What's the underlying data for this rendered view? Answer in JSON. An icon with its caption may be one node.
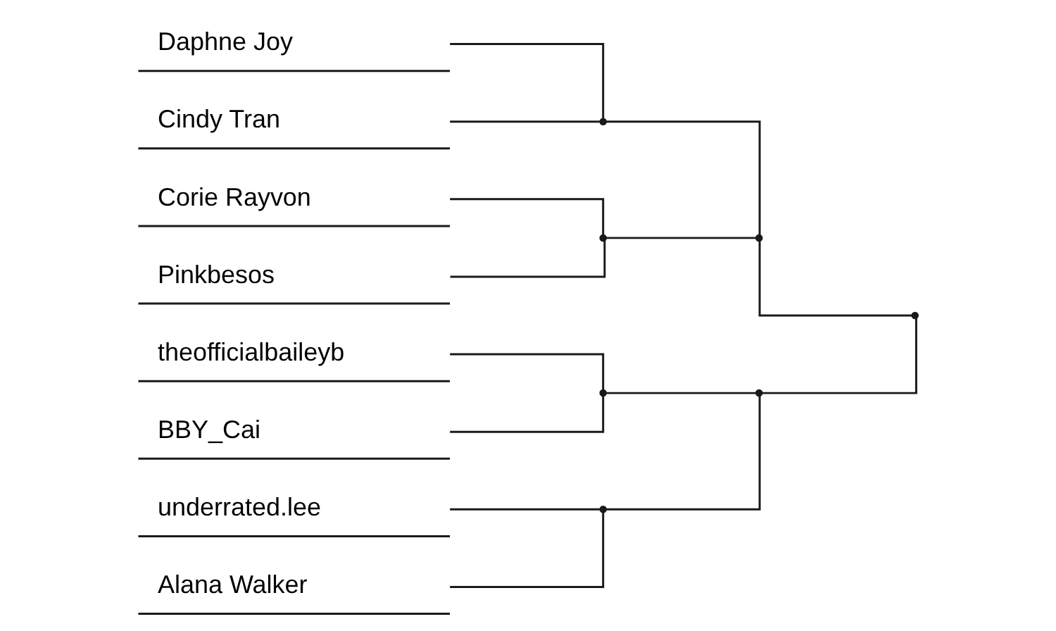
{
  "diagram": {
    "nodes": [
      {
        "text": [
          "Daphne Joy"
        ]
      },
      {
        "text": [
          "Cindy Tran"
        ]
      },
      {
        "text": [
          "Corie Rayvon"
        ]
      },
      {
        "text": [
          "Pinkbesos"
        ]
      },
      {
        "text": [
          "theofficialbaileyb"
        ]
      },
      {
        "text": [
          "BBY_Cai"
        ]
      },
      {
        "text": [
          "underrated.lee"
        ]
      },
      {
        "text": [
          "Alana Walker"
        ]
      },
      {
        "text": [],
        "shape": "point"
      },
      {
        "text": [],
        "shape": "point"
      },
      {
        "text": [],
        "shape": "point"
      },
      {
        "text": [],
        "shape": "point"
      },
      {
        "text": [],
        "shape": "point"
      },
      {
        "text": [],
        "shape": "point"
      },
      {
        "text": [],
        "shape": "point"
      }
    ],
    "edges": [
      {
        "from": 0,
        "to": 8,
        "arrow": "none"
      },
      {
        "from": 1,
        "to": 8,
        "arrow": "none"
      },
      {
        "from": 2,
        "to": 9,
        "arrow": "none"
      },
      {
        "from": 3,
        "to": 9,
        "arrow": "none"
      },
      {
        "from": 4,
        "to": 10,
        "arrow": "none"
      },
      {
        "from": 5,
        "to": 10,
        "arrow": "none"
      },
      {
        "from": 6,
        "to": 11,
        "arrow": "none"
      },
      {
        "from": 7,
        "to": 11,
        "arrow": "none"
      },
      {
        "from": 8,
        "to": 12,
        "arrow": "none"
      },
      {
        "from": 9,
        "to": 12,
        "arrow": "none"
      },
      {
        "from": 10,
        "to": 13,
        "arrow": "none"
      },
      {
        "from": 11,
        "to": 13,
        "arrow": "none"
      },
      {
        "from": 12,
        "to": 14,
        "arrow": "none"
      },
      {
        "from": 13,
        "to": 14,
        "arrow": "none"
      }
    ]
  }
}
